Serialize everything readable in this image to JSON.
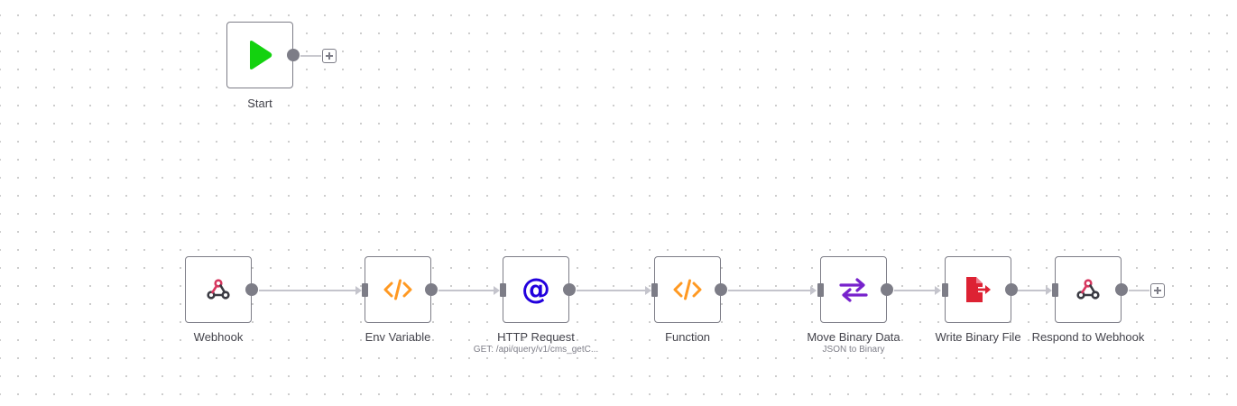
{
  "canvas": {
    "nodes": [
      {
        "id": "start",
        "label": "Start",
        "subtitle": "",
        "icon": "play-icon",
        "color": "#13d20f"
      },
      {
        "id": "webhook",
        "label": "Webhook",
        "subtitle": "",
        "icon": "webhook-icon",
        "color": "#d6375f"
      },
      {
        "id": "env-variable",
        "label": "Env Variable",
        "subtitle": "",
        "icon": "code-icon",
        "color": "#ff9922"
      },
      {
        "id": "http-request",
        "label": "HTTP Request",
        "subtitle": "GET: /api/query/v1/cms_getC...",
        "icon": "at-sign-icon",
        "color": "#2200dd"
      },
      {
        "id": "function",
        "label": "Function",
        "subtitle": "",
        "icon": "code-icon",
        "color": "#ff9922"
      },
      {
        "id": "move-binary-data",
        "label": "Move Binary Data",
        "subtitle": "JSON to Binary",
        "icon": "exchange-arrows-icon",
        "color": "#7722cc"
      },
      {
        "id": "write-binary-file",
        "label": "Write Binary File",
        "subtitle": "",
        "icon": "file-export-icon",
        "color": "#dd2233"
      },
      {
        "id": "respond-to-webhook",
        "label": "Respond to Webhook",
        "subtitle": "",
        "icon": "webhook-icon",
        "color": "#d6375f"
      }
    ],
    "connections": [
      [
        "webhook",
        "env-variable"
      ],
      [
        "env-variable",
        "http-request"
      ],
      [
        "http-request",
        "function"
      ],
      [
        "function",
        "move-binary-data"
      ],
      [
        "move-binary-data",
        "write-binary-file"
      ],
      [
        "write-binary-file",
        "respond-to-webhook"
      ]
    ],
    "colors": {
      "border": "#7d7d87",
      "wire": "#c4c4cc",
      "text": "#44444c"
    }
  }
}
